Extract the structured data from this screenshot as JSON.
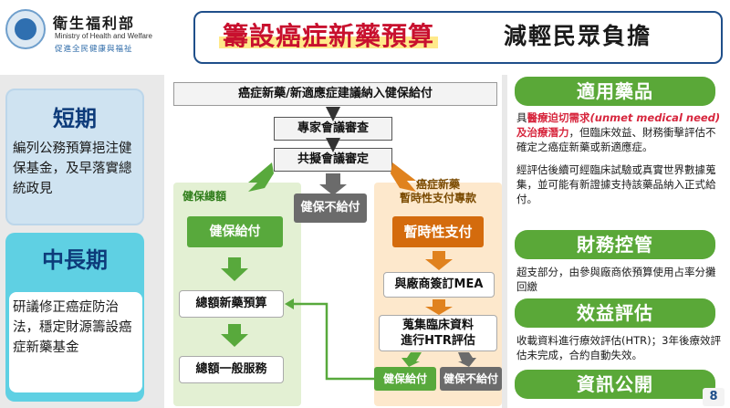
{
  "header": {
    "org_zh": "衛生福利部",
    "org_en": "Ministry of Health and Welfare",
    "org_slogan": "促進全民健康與福祉",
    "title_main": "籌設癌症新藥預算",
    "title_sub": "減輕民眾負擔"
  },
  "left": {
    "short_title": "短期",
    "short_body": "編列公務預算挹注健保基金，及早落實總統政見",
    "mid_title": "中長期",
    "mid_body": "研議修正癌症防治法，穩定財源籌設癌症新藥基金"
  },
  "flow": {
    "top": "癌症新藥/新適應症建議納入健保給付",
    "expert": "專家會議審查",
    "consensus": "共擬會議審定",
    "green_zone": "健保總額",
    "nhi_pay": "健保給付",
    "no_pay": "健保不給付",
    "new_budget": "總額新藥預算",
    "general_service": "總額一般服務",
    "orange_zone_l1": "癌症新藥",
    "orange_zone_l2": "暫時性支付專款",
    "temp_pay": "暫時性支付",
    "mea": "與廠商簽訂MEA",
    "htr_l1": "蒐集臨床資料",
    "htr_l2": "進行HTR評估",
    "result_pay": "健保給付",
    "result_nopay": "健保不給付"
  },
  "right": {
    "h1": "適用藥品",
    "r1_p1": "具",
    "r1_red1": "醫療迫切需求",
    "r1_redi": "(unmet medical need)",
    "r1_red2": "及治療潛力",
    "r1_p2": "，但臨床效益、財務衝擊評估不確定之癌症新藥或新適應症。",
    "r1_b": "經評估後續可經臨床試驗或真實世界數據蒐集，並可能有新證據支持該藥品納入正式給付。",
    "h2": "財務控管",
    "r2": "超支部分，由參與廠商依預算使用占率分攤回繳",
    "h3": "效益評估",
    "r3": "收載資料進行療效評估(HTR)；3年後療效評估未完成，合約自動失效。",
    "h4": "資訊公開"
  },
  "page_number": "8",
  "colors": {
    "green": "#58a93c",
    "orange": "#d46b0d",
    "gray": "#6b6b6b",
    "red": "#d7263d",
    "navy": "#1f4f8a"
  }
}
